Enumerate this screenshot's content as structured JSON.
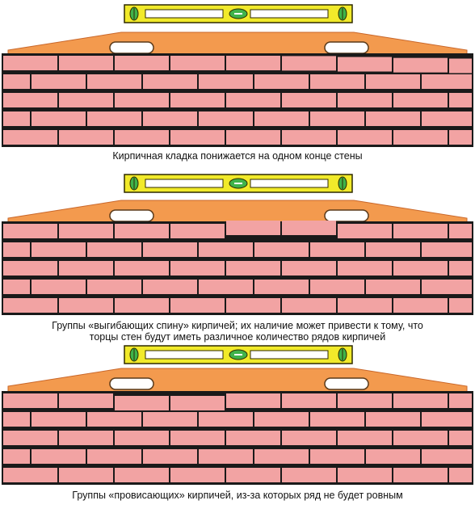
{
  "colors": {
    "brick": "#f2a3a3",
    "mortar": "#1a1a1a",
    "board": "#f39a4e",
    "board_edge": "#c9672a",
    "level_body": "#f1ea2a",
    "level_edge": "#2f2a00",
    "vial": "#3fb34a",
    "window": "#ffffff"
  },
  "panels": [
    {
      "caption_lines": [
        "Кирпичная кладка понижается на одном конце стены"
      ],
      "defect": "sloped"
    },
    {
      "caption_lines": [
        "Группы «выгибающих спину» кирпичей; их наличие может привести к тому, что",
        "торцы стен будут иметь различное количество рядов кирпичей"
      ],
      "defect": "humped"
    },
    {
      "caption_lines": [
        "Группы «провисающих» кирпичей, из-за которых ряд не будет ровным"
      ],
      "defect": "sagging"
    }
  ]
}
